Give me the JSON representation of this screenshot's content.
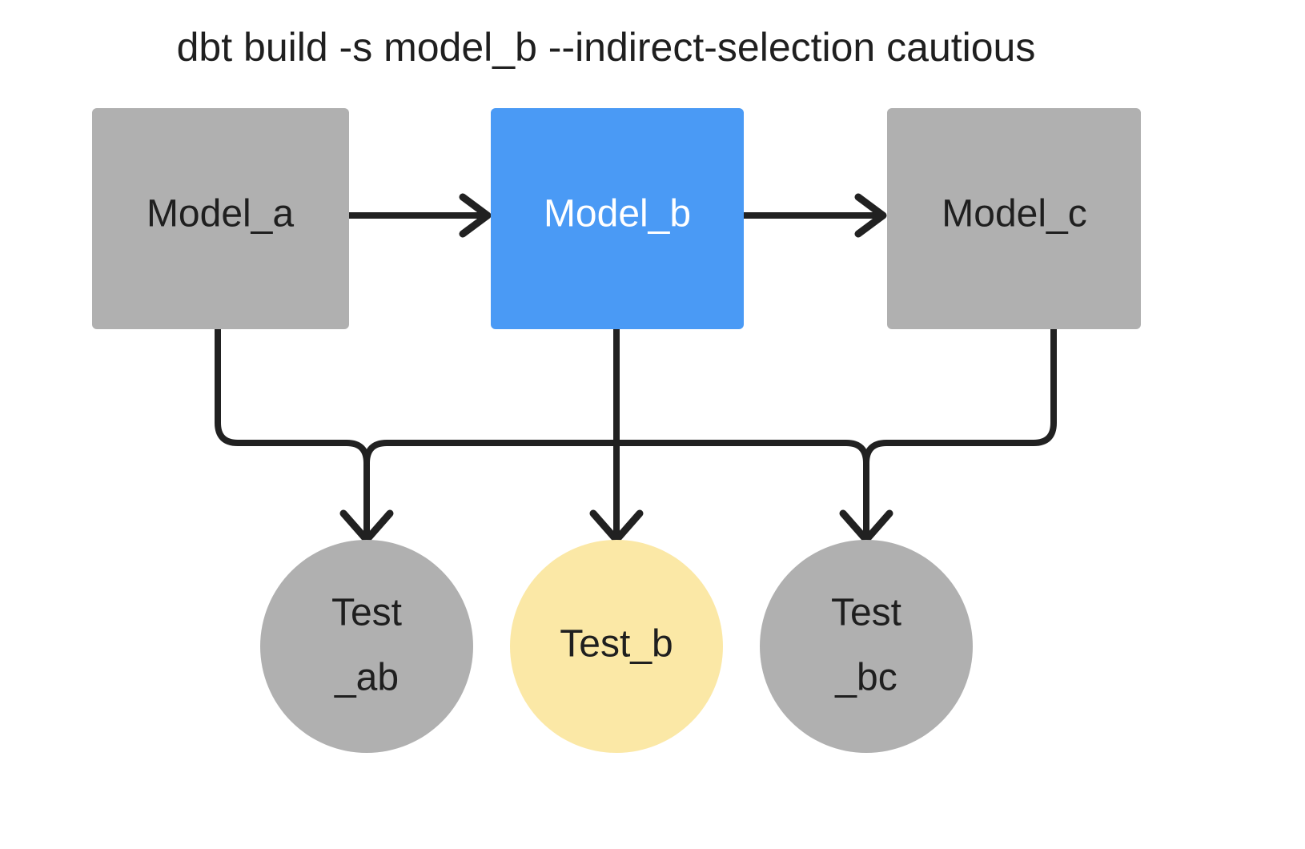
{
  "title": "dbt build -s model_b --indirect-selection cautious",
  "colors": {
    "background": "#ffffff",
    "node_gray": "#b0b0b0",
    "node_selected_blue": "#4a9af5",
    "node_warning_yellow": "#fbe8a6",
    "edge_dark": "#212121",
    "text_dark": "#1f1f1f",
    "text_light": "#ffffff"
  },
  "models": [
    {
      "id": "model_a",
      "label": "Model_a",
      "fill": "#b0b0b0",
      "text_color": "dark",
      "selected": false
    },
    {
      "id": "model_b",
      "label": "Model_b",
      "fill": "#4a9af5",
      "text_color": "light",
      "selected": true
    },
    {
      "id": "model_c",
      "label": "Model_c",
      "fill": "#b0b0b0",
      "text_color": "dark",
      "selected": false
    }
  ],
  "tests": [
    {
      "id": "test_ab",
      "label_line1": "Test",
      "label_line2": "_ab",
      "fill": "#b0b0b0",
      "text_color": "dark",
      "selected": false
    },
    {
      "id": "test_b",
      "label_line1": "Test_b",
      "label_line2": "",
      "fill": "#fbe8a6",
      "text_color": "dark",
      "selected": true
    },
    {
      "id": "test_bc",
      "label_line1": "Test",
      "label_line2": "_bc",
      "fill": "#b0b0b0",
      "text_color": "dark",
      "selected": false
    }
  ],
  "edges": [
    {
      "from": "model_a",
      "to": "model_b",
      "kind": "horizontal-arrow"
    },
    {
      "from": "model_b",
      "to": "model_c",
      "kind": "horizontal-arrow"
    },
    {
      "from": "model_a",
      "to": "test_ab",
      "kind": "elbow-arrow"
    },
    {
      "from": "model_b",
      "to": "test_ab",
      "kind": "elbow-arrow"
    },
    {
      "from": "model_b",
      "to": "test_b",
      "kind": "straight-arrow"
    },
    {
      "from": "model_b",
      "to": "test_bc",
      "kind": "elbow-arrow"
    },
    {
      "from": "model_c",
      "to": "test_bc",
      "kind": "elbow-arrow"
    }
  ]
}
